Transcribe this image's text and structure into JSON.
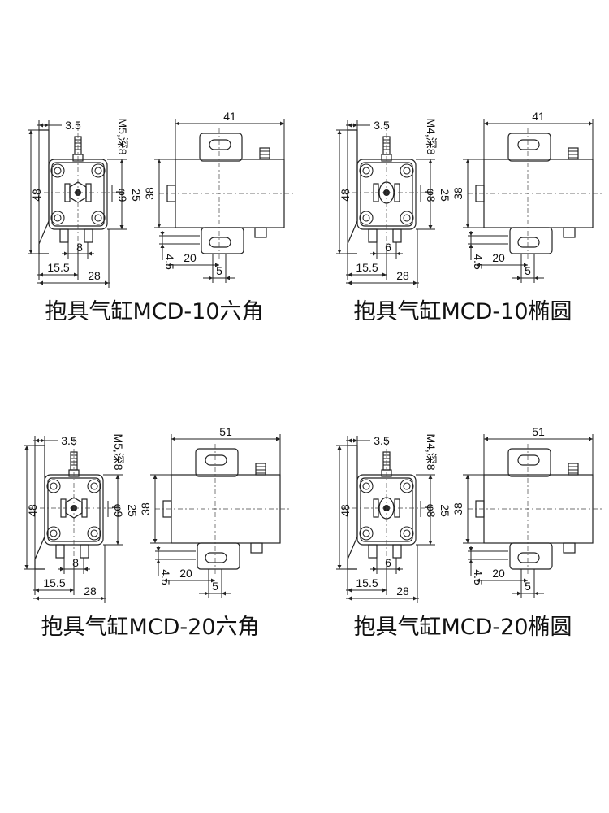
{
  "drawings": [
    {
      "caption": "抱具气缸MCD-10六角",
      "label_thread": "M5,深8",
      "label_bore": "φ9",
      "hole": "hex",
      "dims": {
        "w35": "3.5",
        "h48": "48",
        "h25": "25",
        "b8": "8",
        "w155": "15.5",
        "w28": "28",
        "len": "41",
        "h38": "38",
        "d45": "4.5",
        "d20": "20",
        "d5": "5"
      }
    },
    {
      "caption": "抱具气缸MCD-10椭圆",
      "label_thread": "M4,深8",
      "label_bore": "φ8",
      "hole": "oval",
      "dims": {
        "w35": "3.5",
        "h48": "48",
        "h25": "25",
        "b8": "6",
        "w155": "15.5",
        "w28": "28",
        "len": "41",
        "h38": "38",
        "d45": "4.5",
        "d20": "20",
        "d5": "5"
      }
    },
    {
      "caption": "抱具气缸MCD-20六角",
      "label_thread": "M5,深8",
      "label_bore": "φ9",
      "hole": "hex",
      "dims": {
        "w35": "3.5",
        "h48": "48",
        "h25": "25",
        "b8": "8",
        "w155": "15.5",
        "w28": "28",
        "len": "51",
        "h38": "38",
        "d45": "4.5",
        "d20": "20",
        "d5": "5"
      }
    },
    {
      "caption": "抱具气缸MCD-20椭圆",
      "label_thread": "M4,深8",
      "label_bore": "φ8",
      "hole": "oval",
      "dims": {
        "w35": "3.5",
        "h48": "48",
        "h25": "25",
        "b8": "6",
        "w155": "15.5",
        "w28": "28",
        "len": "51",
        "h38": "38",
        "d45": "4.5",
        "d20": "20",
        "d5": "5"
      }
    }
  ]
}
